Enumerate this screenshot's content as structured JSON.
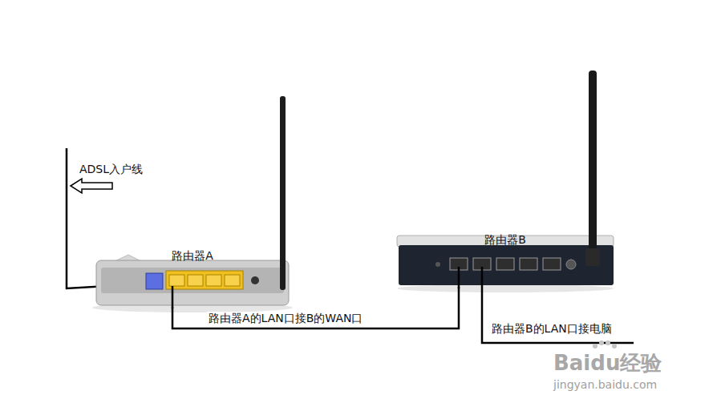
{
  "diagram": {
    "nodes": [
      {
        "text": [
          "路由器A"
        ]
      },
      {
        "text": [
          "路由器B"
        ]
      }
    ],
    "edges": [
      {
        "from": 0,
        "to": 1,
        "arrow": "none",
        "label": "路由器A的LAN口接B的WAN口"
      }
    ],
    "labels": [
      "ADSL入户线",
      "路由器B的LAN口接电脑",
      "Baidu经验",
      "jingyan.baidu.com"
    ]
  }
}
